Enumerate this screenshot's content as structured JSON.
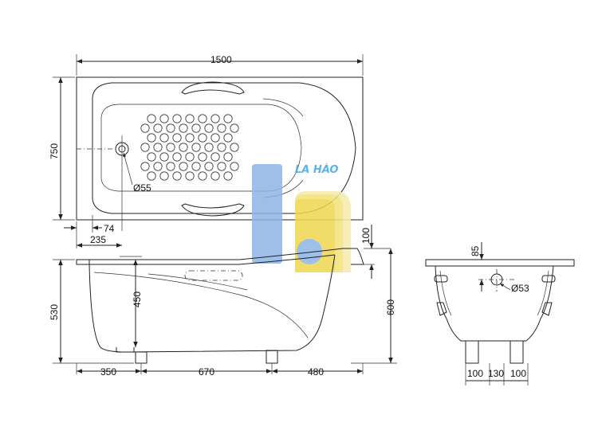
{
  "top_view": {
    "overall_length": "1500",
    "overall_width": "750",
    "drain_diameter": "Ø55",
    "drain_offset_small": "74",
    "drain_offset_large": "235"
  },
  "side_view": {
    "height_at_drain": "530",
    "overall_height": "600",
    "rim_step": "100",
    "inner_depth": "450",
    "leg_spacing_left": "350",
    "leg_spacing_mid": "670",
    "leg_spacing_right": "480"
  },
  "end_view": {
    "overflow_height": "85",
    "overflow_diameter": "Ø53",
    "leg_left": "100",
    "leg_mid": "130",
    "leg_right": "100"
  },
  "watermark": {
    "brand": "LA HÀO",
    "colors": {
      "blue": "#8fb4e8",
      "yellow": "#f3e27a",
      "cyan": "#3fa8e6"
    }
  }
}
